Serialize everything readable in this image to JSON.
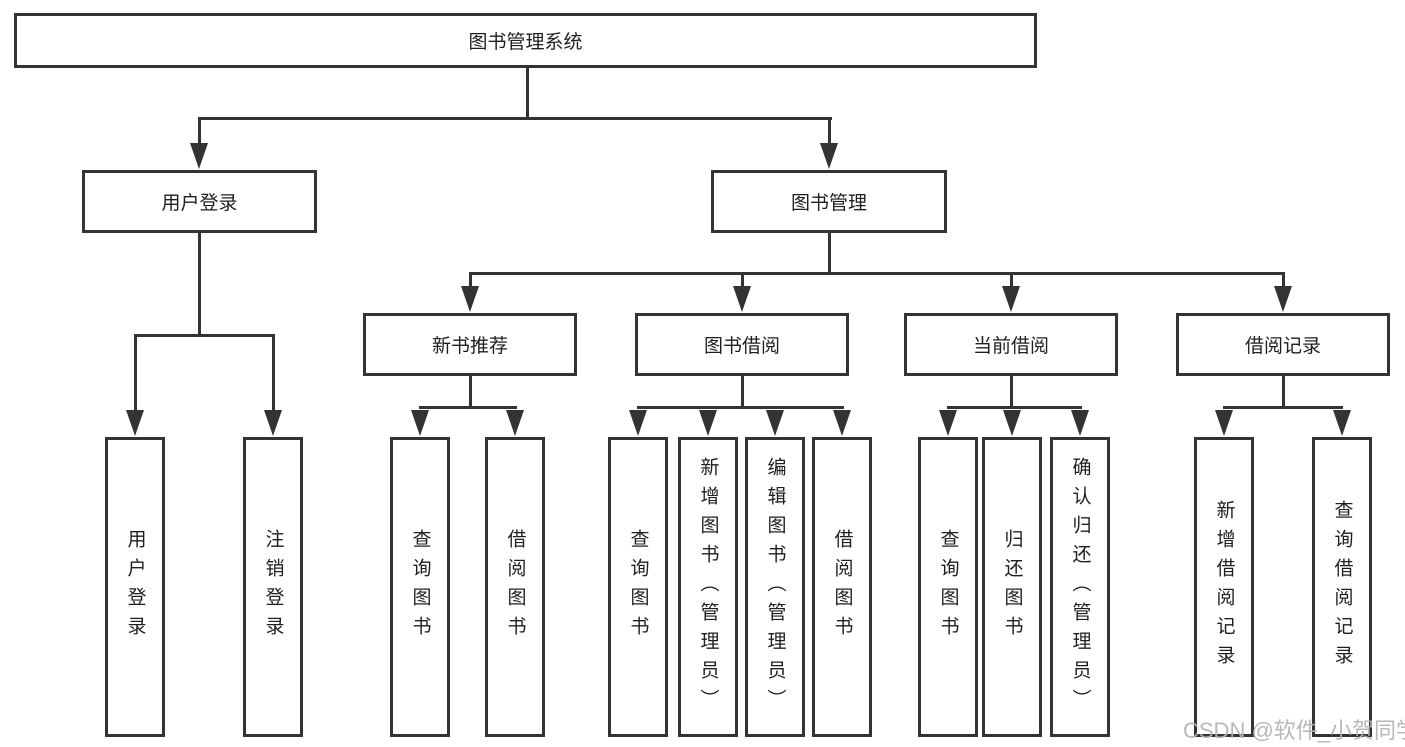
{
  "diagram": {
    "root": {
      "label": "图书管理系统"
    },
    "level2": {
      "user_login": {
        "label": "用户登录"
      },
      "book_mgmt": {
        "label": "图书管理"
      }
    },
    "level3": {
      "new_book": {
        "label": "新书推荐"
      },
      "borrow": {
        "label": "图书借阅"
      },
      "current": {
        "label": "当前借阅"
      },
      "records": {
        "label": "借阅记录"
      }
    },
    "leaves": {
      "user_login": [
        "用户登录",
        "注销登录"
      ],
      "new_book": [
        "查询图书",
        "借阅图书"
      ],
      "borrow": [
        "查询图书",
        "新增图书（管理员）",
        "编辑图书（管理员）",
        "借阅图书"
      ],
      "current": [
        "查询图书",
        "归还图书",
        "确认归还（管理员）"
      ],
      "records": [
        "新增借阅记录",
        "查询借阅记录"
      ]
    },
    "watermark": "CSDN @软件_小贺同学",
    "colors": {
      "line": "#333333",
      "text": "#1f1f1f",
      "watermark": "#b3b3b3",
      "background": "#ffffff"
    }
  }
}
